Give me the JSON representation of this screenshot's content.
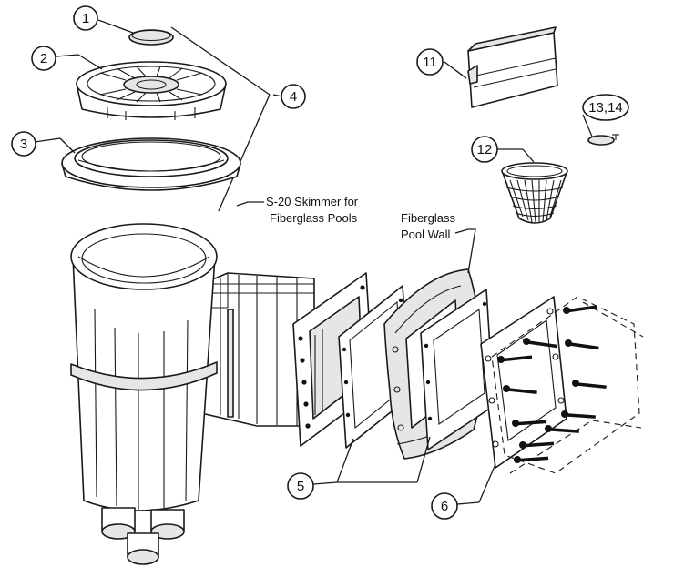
{
  "callouts": {
    "c1": "1",
    "c2": "2",
    "c3": "3",
    "c4": "4",
    "c5": "5",
    "c6": "6",
    "c11": "11",
    "c12": "12",
    "c13": "13,14"
  },
  "notes": {
    "skimmer_line1": "S-20 Skimmer for",
    "skimmer_line2": "Fiberglass Pools",
    "wall_line1": "Fiberglass",
    "wall_line2": "Pool Wall"
  }
}
